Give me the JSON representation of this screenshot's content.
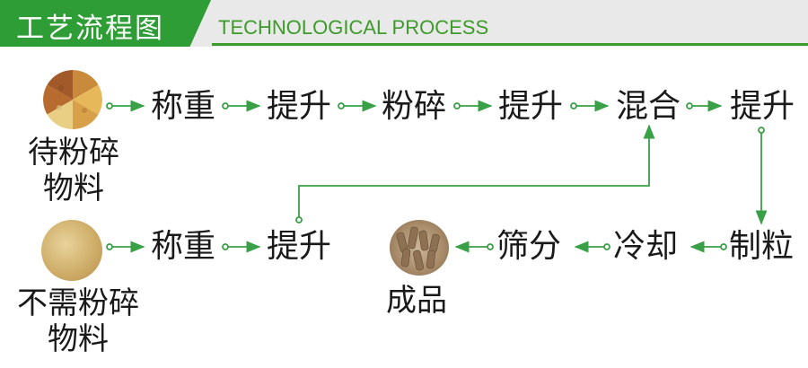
{
  "header": {
    "title": "工艺流程图",
    "subtitle": "TECHNOLOGICAL PROCESS",
    "colors": {
      "green": "#2e9d35",
      "gray": "#e9e9e9",
      "arrow": "#3aa047"
    }
  },
  "row1": {
    "source_caption": [
      "待粉碎",
      "物料"
    ],
    "steps": [
      "称重",
      "提升",
      "粉碎",
      "提升",
      "混合",
      "提升"
    ]
  },
  "row2": {
    "source_caption": [
      "不需粉碎",
      "物料"
    ],
    "steps": [
      "称重",
      "提升"
    ]
  },
  "row3": {
    "steps": [
      "制粒",
      "冷却",
      "筛分"
    ],
    "product_caption": "成品"
  },
  "icons": [
    "mixed-grains-image",
    "powder-material-image",
    "feed-pellets-image"
  ]
}
